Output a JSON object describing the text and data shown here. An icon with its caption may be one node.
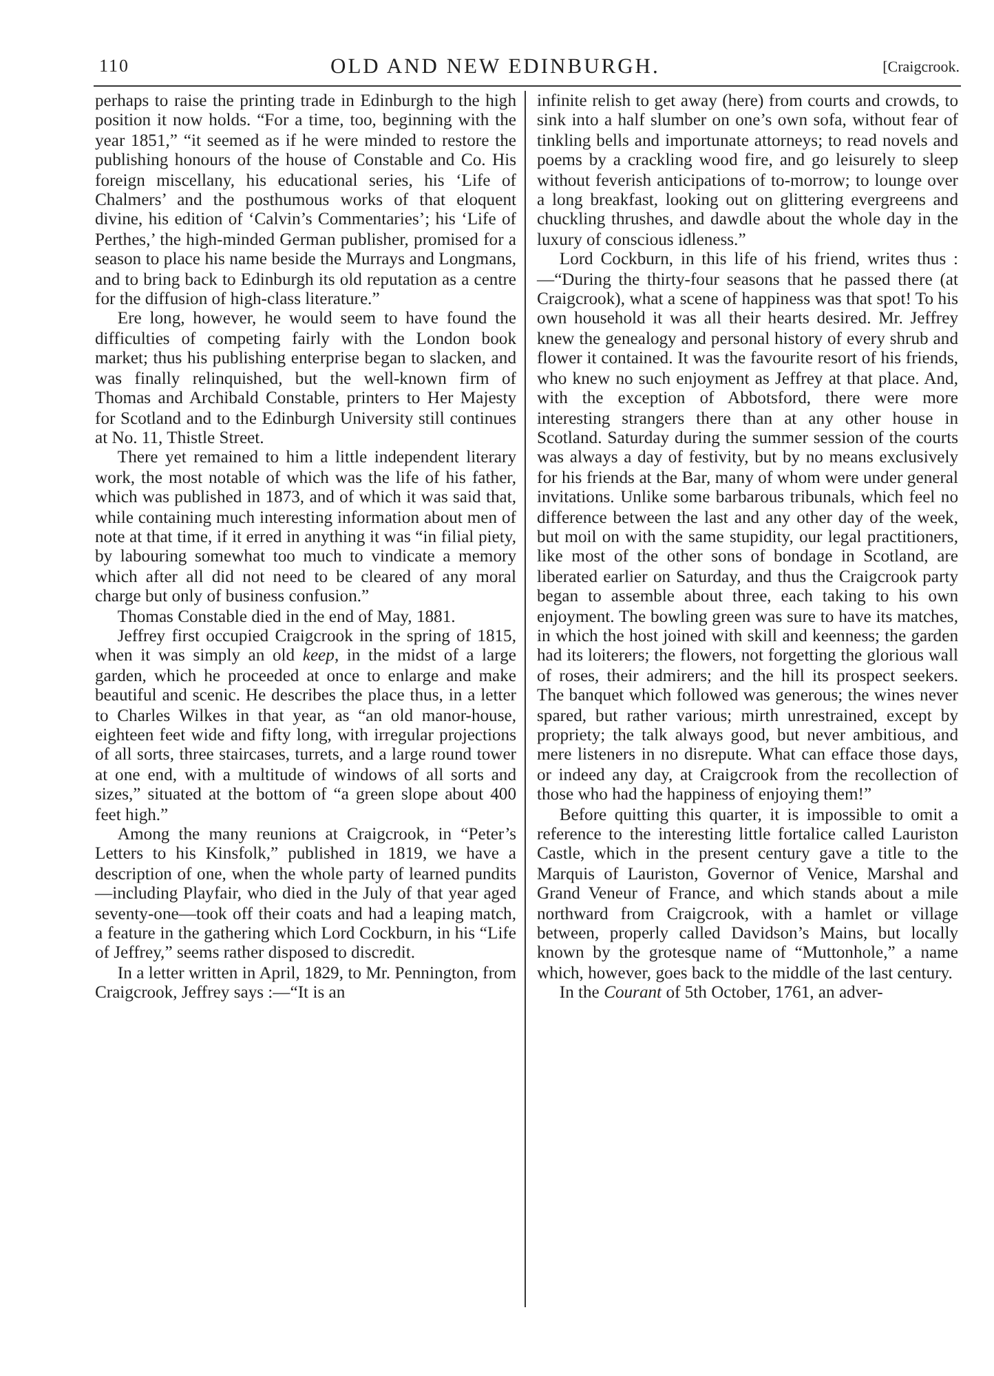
{
  "diagram": {
    "title": "OLD AND NEW EDINBURGH.",
    "labels": [
      "110",
      "[Craigcrook.",
      "perhaps to raise the printing trade in Edinburgh to the high position it now holds. “For a time, too, beginning with the year 1851,” “it seemed as if he were minded to restore the publishing honours of the house of Constable and Co. His foreign miscellany, his educational series, his ‘Life of Chalmers’ and the posthumous works of that eloquent divine, his edition of ‘Calvin’s Commentaries’; his ‘Life of Perthes,’ the high-minded German publisher, promised for a season to place his name beside the Murrays and Longmans, and to bring back to Edinburgh its old reputation as a centre for the diffusion of high-class literature.”",
      "Ere long, however, he would seem to have found the difficulties of competing fairly with the London book market; thus his publishing enterprise began to slacken, and was finally relinquished, but the well-known firm of Thomas and Archibald Constable, printers to Her Majesty for Scotland and to the Edinburgh University still continues at No. 11, Thistle Street.",
      "There yet remained to him a little independent literary work, the most notable of which was the life of his father, which was published in 1873, and of which it was said that, while containing much interesting information about men of note at that time, if it erred in anything it was “in filial piety, by labouring somewhat too much to vindicate a memory which after all did not need to be cleared of any moral charge but only of business confusion.”",
      "Thomas Constable died in the end of May, 1881.",
      "Jeffrey first occupied Craigcrook in the spring of 1815, when it was simply an old *keep*, in the midst of a large garden, which he proceeded at once to enlarge and make beautiful and scenic. He describes the place thus, in a letter to Charles Wilkes in that year, as “an old manor-house, eighteen feet wide and fifty long, with irregular projections of all sorts, three staircases, turrets, and a large round tower at one end, with a multitude of windows of all sorts and sizes,” situated at the bottom of “a green slope about 400 feet high.”",
      "Among the many reunions at Craigcrook, in “Peter’s Letters to his Kinsfolk,” published in 1819, we have a description of one, when the whole party of learned pundits—including Playfair, who died in the July of that year aged seventy-one—took off their coats and had a leaping match, a feature in the gathering which Lord Cockburn, in his “Life of Jeffrey,” seems rather disposed to discredit.",
      "In a letter written in April, 1829, to Mr. Pennington, from Craigcrook, Jeffrey says :—“It is an",
      "infinite relish to get away (here) from courts and crowds, to sink into a half slumber on one’s own sofa, without fear of tinkling bells and importunate attorneys; to read novels and poems by a crackling wood fire, and go leisurely to sleep without feverish anticipations of to-morrow; to lounge over a long breakfast, looking out on glittering evergreens and chuckling thrushes, and dawdle about the whole day in the luxury of conscious idleness.”",
      "Lord Cockburn, in this life of his friend, writes thus :—“During the thirty-four seasons that he passed there (at Craigcrook), what a scene of happiness was that spot! To his own household it was all their hearts desired. Mr. Jeffrey knew the genealogy and personal history of every shrub and flower it contained. It was the favourite resort of his friends, who knew no such enjoyment as Jeffrey at that place. And, with the exception of Abbotsford, there were more interesting strangers there than at any other house in Scotland. Saturday during the summer session of the courts was always a day of festivity, but by no means exclusively for his friends at the Bar, many of whom were under general invitations. Unlike some barbarous tribunals, which feel no difference between the last and any other day of the week, but moil on with the same stupidity, our legal practitioners, like most of the other sons of bondage in Scotland, are liberated earlier on Saturday, and thus the Craigcrook party began to assemble about three, each taking to his own enjoyment. The bowling green was sure to have its matches, in which the host joined with skill and keenness; the garden had its loiterers; the flowers, not forgetting the glorious wall of roses, their admirers; and the hill its prospect seekers. The banquet which followed was generous; the wines never spared, but rather various; mirth unrestrained, except by propriety; the talk always good, but never ambitious, and mere listeners in no disrepute. What can efface those days, or indeed any day, at Craigcrook from the recollection of those who had the happiness of enjoying them!”",
      "Before quitting this quarter, it is impossible to omit a reference to the interesting little fortalice called Lauriston Castle, which in the present century gave a title to the Marquis of Lauriston, Governor of Venice, Marshal and Grand Veneur of France, and which stands about a mile northward from Craigcrook, with a hamlet or village between, properly called Davidson’s Mains, but locally known by the grotesque name of “Muttonhole,” a name which, however, goes back to the middle of the last century.",
      "In the *Courant* of 5th October, 1761, an adver-"
    ]
  }
}
